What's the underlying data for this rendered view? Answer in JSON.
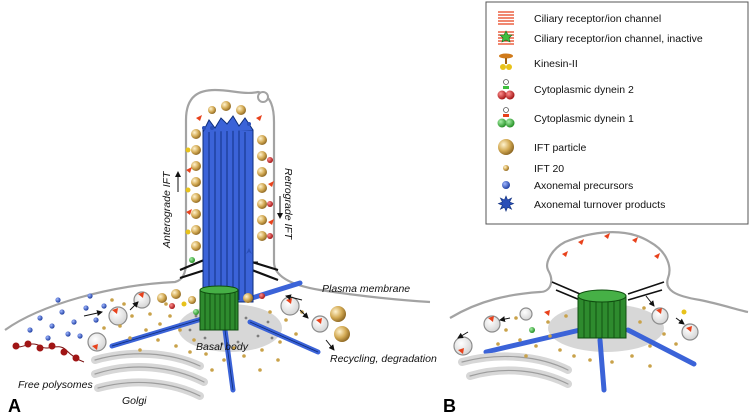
{
  "panels": {
    "a": "A",
    "b": "B"
  },
  "labels": {
    "anterograde": "Anterograde IFT",
    "retrograde": "Retrograde IFT",
    "plasma_membrane": "Plasma membrane",
    "basal_body": "Basal body",
    "recycling": "Recycling, degradation",
    "free_polysomes": "Free polysomes",
    "golgi": "Golgi"
  },
  "legend": {
    "items": [
      {
        "label": "Ciliary receptor/ion channel",
        "icon": "receptor-icon"
      },
      {
        "label": "Ciliary receptor/ion channel, inactive",
        "icon": "inactive-receptor-icon"
      },
      {
        "label": "Kinesin-II",
        "icon": "kinesin-icon"
      },
      {
        "label": "Cytoplasmic dynein 2",
        "icon": "dynein2-icon"
      },
      {
        "label": "Cytoplasmic dynein 1",
        "icon": "dynein1-icon"
      },
      {
        "label": "IFT particle",
        "icon": "ift-particle-icon"
      },
      {
        "label": "IFT 20",
        "icon": "ift20-icon"
      },
      {
        "label": "Axonemal precursors",
        "icon": "precursor-icon"
      },
      {
        "label": "Axonemal turnover products",
        "icon": "turnover-icon"
      }
    ]
  },
  "colors": {
    "axoneme": "#3b63d8",
    "basal_body": "#2e8b2e",
    "ift_particle": "#c9a24a",
    "receptor": "#e8421c",
    "membrane": "#9a9a9a",
    "precursor": "#2a4fb8"
  }
}
